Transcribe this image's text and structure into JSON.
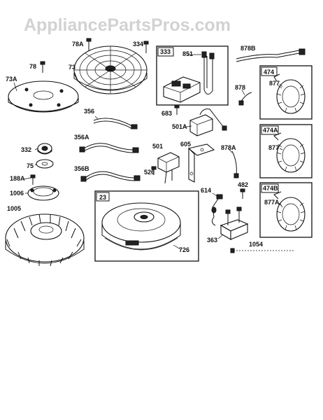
{
  "watermark": "AppliancePartsPros.com",
  "parts": {
    "p78A": "78A",
    "p334": "334",
    "p333": "333",
    "p851": "851",
    "p878B": "878B",
    "p78": "78",
    "p73": "73",
    "p73A": "73A",
    "p474": "474",
    "p877_1": "877",
    "p878": "878",
    "p683": "683",
    "p501A": "501A",
    "p356": "356",
    "p474A": "474A",
    "p877_2": "877",
    "p356A": "356A",
    "p501": "501",
    "p605": "605",
    "p878A": "878A",
    "p332": "332",
    "p75": "75",
    "p526": "526",
    "p356B": "356B",
    "p188A": "188A",
    "p1006": "1006",
    "p474B": "474B",
    "p877A": "877A",
    "p482": "482",
    "p614": "614",
    "p23": "23",
    "p1005": "1005",
    "p363": "363",
    "p726": "726",
    "p1054": "1054"
  }
}
